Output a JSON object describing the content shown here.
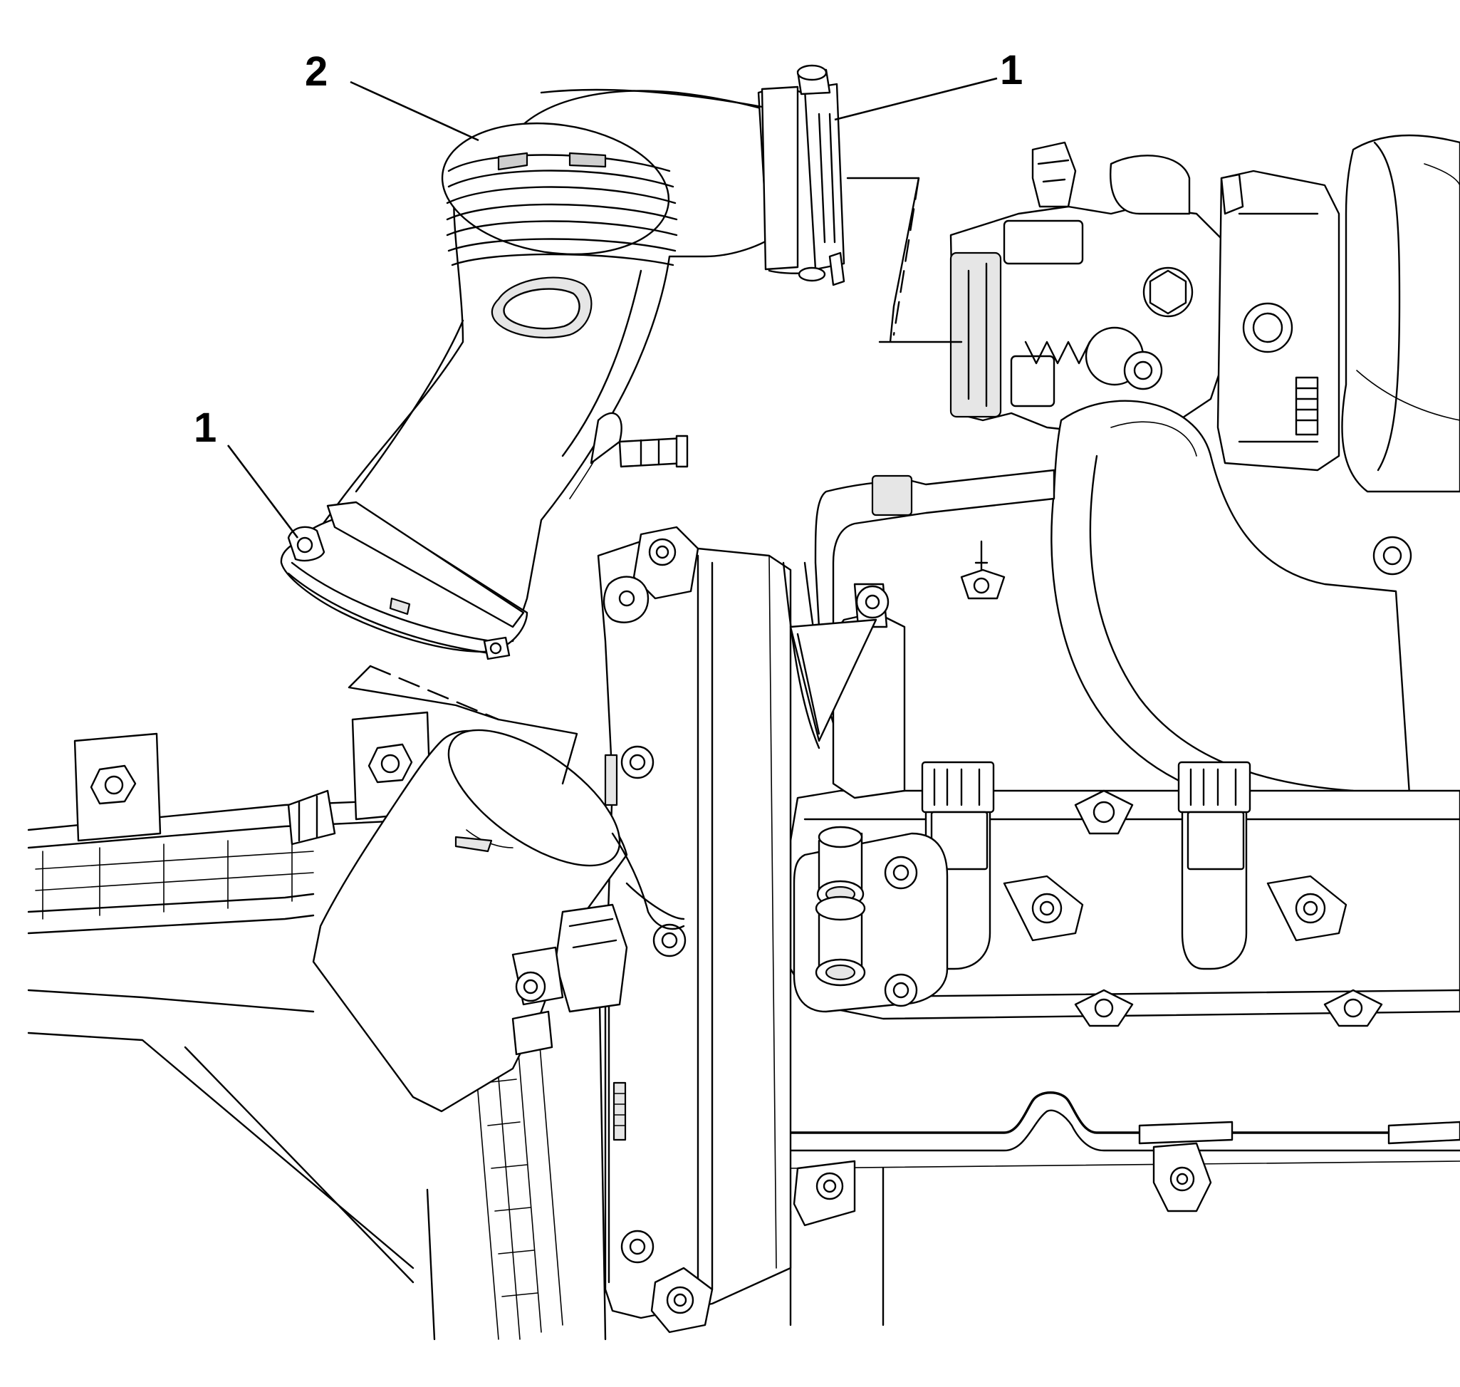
{
  "diagram": {
    "callouts": [
      {
        "id": "callout-1-top-right",
        "label": "1"
      },
      {
        "id": "callout-2",
        "label": "2"
      },
      {
        "id": "callout-1-left",
        "label": "1"
      }
    ],
    "colors": {
      "line": "#000000",
      "background": "#ffffff",
      "shading": "#e6e6e6"
    }
  }
}
